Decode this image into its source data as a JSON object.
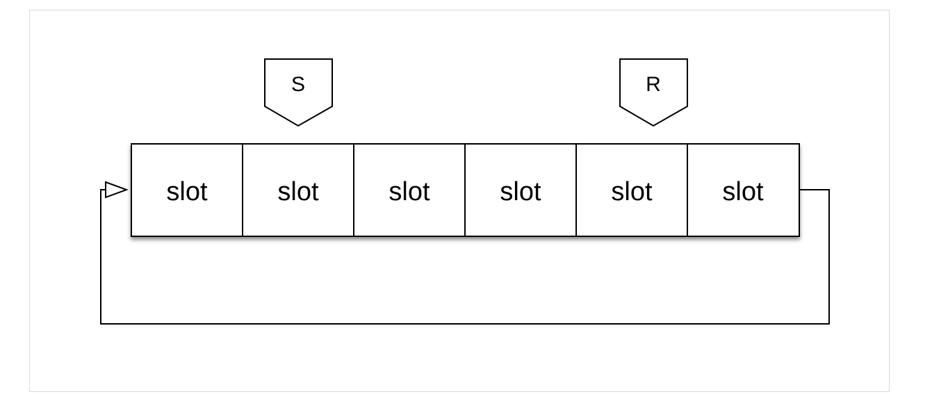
{
  "diagram": {
    "slots": [
      {
        "label": "slot"
      },
      {
        "label": "slot"
      },
      {
        "label": "slot"
      },
      {
        "label": "slot"
      },
      {
        "label": "slot"
      },
      {
        "label": "slot"
      }
    ],
    "pointers": [
      {
        "label": "S",
        "slot_index": 1
      },
      {
        "label": "R",
        "slot_index": 4
      }
    ],
    "wraparound": true
  }
}
